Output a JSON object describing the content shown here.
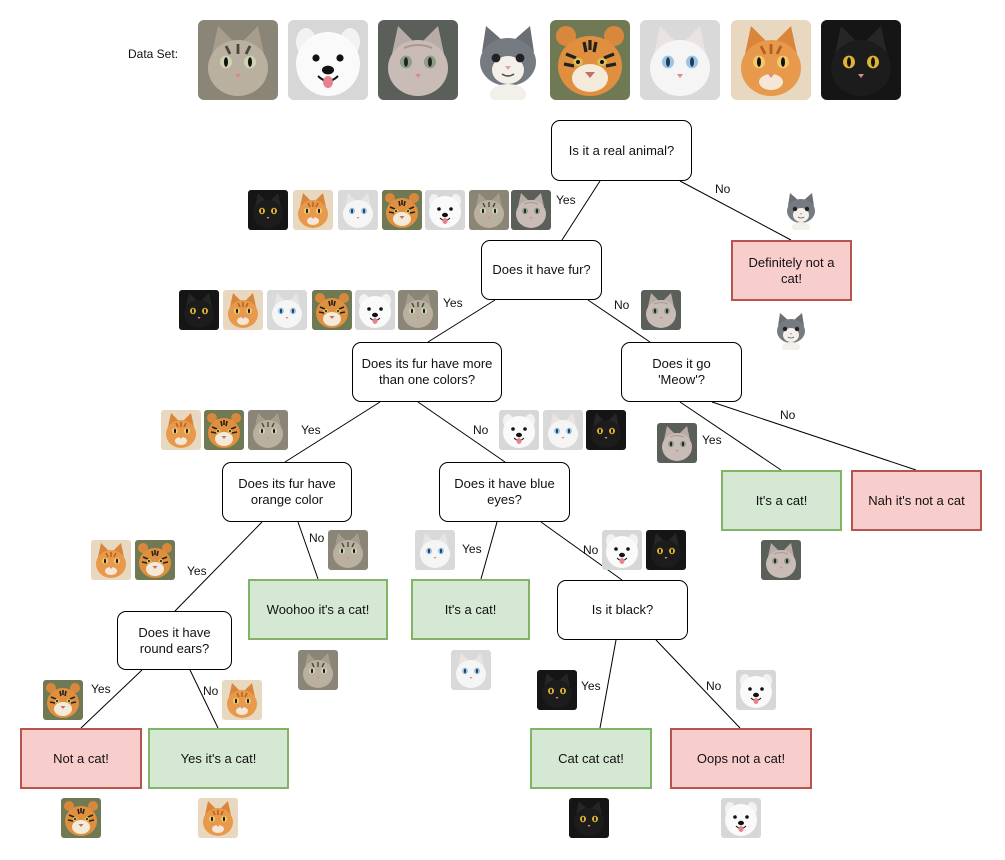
{
  "dataset_label": "Data Set:",
  "dataset": [
    "tabby",
    "samoyed",
    "sphynx",
    "plush",
    "tiger",
    "white-cat",
    "orange",
    "black"
  ],
  "nodes": {
    "q_real": "Is it a real animal?",
    "q_fur": "Does it have fur?",
    "q_multi": "Does its fur have more than one colors?",
    "q_meow": "Does it go 'Meow'?",
    "q_orange": "Does its fur have orange color",
    "q_blue": "Does it have blue eyes?",
    "q_round": "Does it have round ears?",
    "q_black": "Is it black?",
    "r_definitely": "Definitely not a cat!",
    "r_woohoo": "Woohoo it's a cat!",
    "r_itsacat1": "It's a cat!",
    "r_itsacat2": "It's a cat!",
    "r_nah": "Nah it's not a cat",
    "r_notacat": "Not a cat!",
    "r_yes": "Yes it's a cat!",
    "r_catcat": "Cat cat cat!",
    "r_oops": "Oops not a cat!"
  },
  "edge_labels": {
    "yes": "Yes",
    "no": "No"
  },
  "colors": {
    "question_border": "#000000",
    "cat_fill": "#d5e8d4",
    "cat_border": "#82b366",
    "notcat_fill": "#f8cecc",
    "notcat_border": "#b85450"
  }
}
